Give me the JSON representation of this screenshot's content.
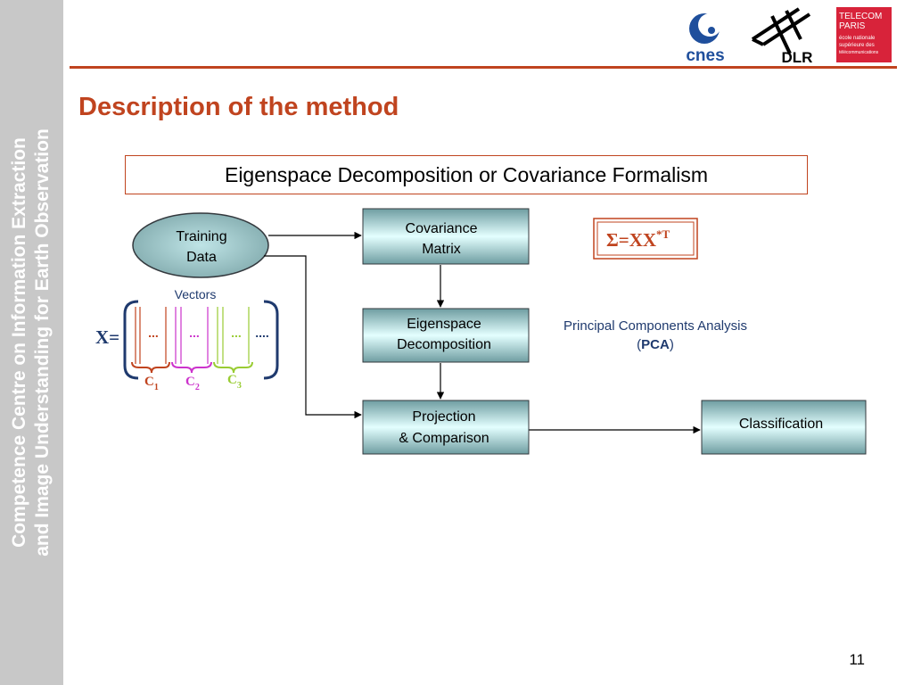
{
  "sidebar": {
    "line1": "Competence Centre on Information Extraction",
    "line2": "and Image Understanding for Earth Observation"
  },
  "logos": {
    "cnes": "cnes",
    "dlr": "DLR",
    "telecom_line1": "TELECOM",
    "telecom_line2": "PARIS",
    "telecom_sub1": "école nationale",
    "telecom_sub2": "supérieure des",
    "telecom_sub3": "télécommunications"
  },
  "title": "Description of the method",
  "subtitle": "Eigenspace Decomposition or Covariance Formalism",
  "diagram": {
    "training_line1": "Training",
    "training_line2": "Data",
    "vectors_label": "Vectors",
    "matrix_prefix": "X=",
    "dots": "...",
    "dots_last": "....",
    "class_c1": "C",
    "class_c1_sub": "1",
    "class_c2": "C",
    "class_c2_sub": "2",
    "class_c3": "C",
    "class_c3_sub": "3",
    "covariance_line1": "Covariance",
    "covariance_line2": "Matrix",
    "eigenspace_line1": "Eigenspace",
    "eigenspace_line2": "Decomposition",
    "projection_line1": "Projection",
    "projection_line2": "& Comparison",
    "classification": "Classification",
    "formula_main": "Σ=XX",
    "formula_sup": "*T",
    "pca_line1": "Principal Components Analysis",
    "pca_open": "(",
    "pca_abbr": "PCA",
    "pca_close": ")"
  },
  "colors": {
    "accent": "#c0441f",
    "navy": "#1f3a6e",
    "c1": "#c0441f",
    "c2": "#cc33cc",
    "c3": "#99cc33",
    "sidebar": "#c8c8c8"
  },
  "page_number": "11"
}
